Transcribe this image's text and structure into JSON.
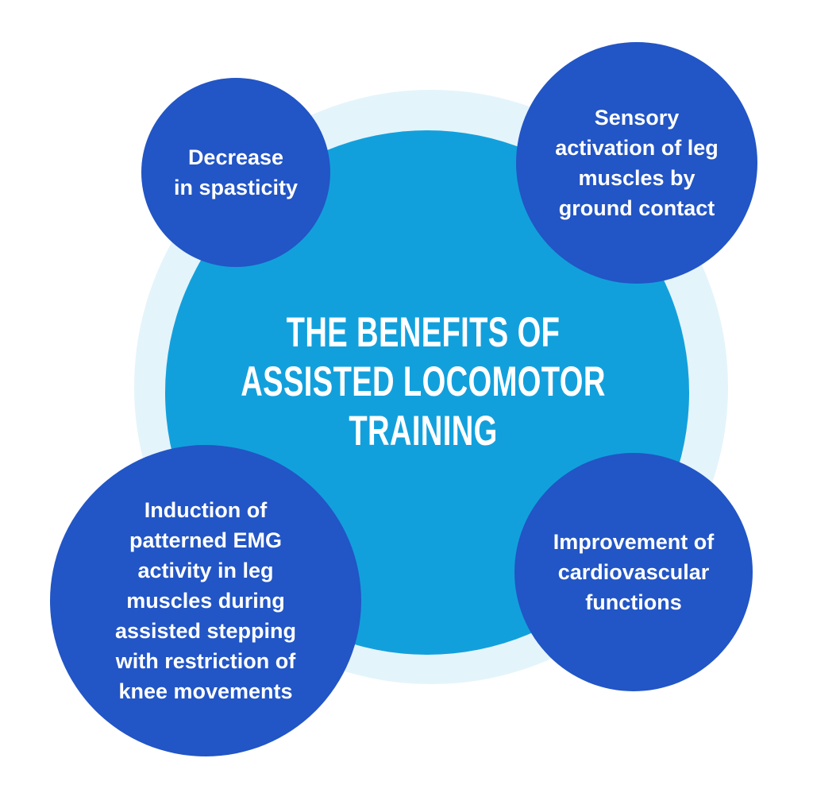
{
  "colors": {
    "background": "#FFFFFF",
    "halo": "#E4F4FB",
    "center_circle": "#12A0DC",
    "bubble": "#2255C5",
    "text": "#FFFFFF"
  },
  "title": {
    "text": "THE BENEFITS OF\nASSISTED LOCOMOTOR\nTRAINING"
  },
  "bubbles": {
    "top_left": {
      "text": "Decrease\nin spasticity"
    },
    "top_right": {
      "text": "Sensory\nactivation of leg\nmuscles by\nground contact"
    },
    "bottom_left": {
      "text": "Induction of\npatterned EMG\nactivity in leg\nmuscles during\nassisted stepping\nwith restriction of\nknee movements"
    },
    "bottom_right": {
      "text": "Improvement of\ncardiovascular\nfunctions"
    }
  }
}
